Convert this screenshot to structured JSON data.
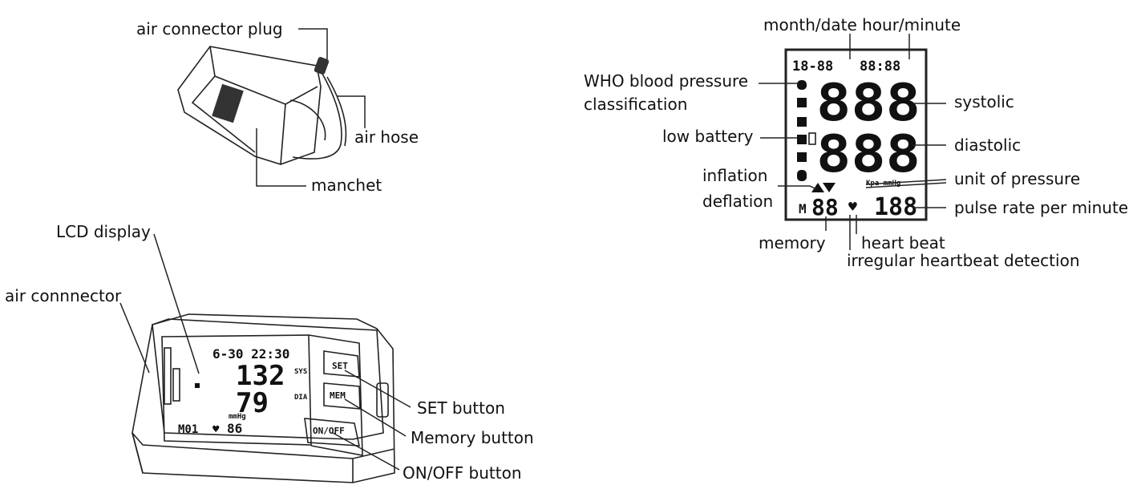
{
  "cuff": {
    "labels": {
      "air_connector_plug": "air connector plug",
      "air_hose": "air hose",
      "manchet": "manchet"
    }
  },
  "lcd_diagram": {
    "labels": {
      "month_date_hour_minute": "month/date hour/minute",
      "who_line1": "WHO blood pressure",
      "who_line2": "classification",
      "low_battery": "low battery",
      "inflation": "inflation",
      "deflation": "deflation",
      "memory": "memory",
      "heart_beat": "heart beat",
      "irregular_heartbeat": "irregular heartbeat detection",
      "systolic": "systolic",
      "diastolic": "diastolic",
      "unit_of_pressure": "unit of pressure",
      "pulse_rate": "pulse rate per minute"
    },
    "screen": {
      "date": "18-88",
      "time": "88:88",
      "sys_digits": "888",
      "dia_digits": "888",
      "units": "Kpa mmHg",
      "memory_prefix": "M",
      "memory_digits": "88",
      "pulse_digits": "188"
    }
  },
  "device": {
    "labels": {
      "lcd_display": "LCD display",
      "air_connector": "air connnector",
      "set_button": "SET button",
      "memory_button": "Memory button",
      "onoff_button": "ON/OFF button"
    },
    "screen": {
      "datetime": "6-30 22:30",
      "sys_value": "132",
      "dia_value": "79",
      "unit": "mmHg",
      "sys_tag": "SYS",
      "dia_tag": "DIA",
      "memory_text": "M01",
      "pulse_value": "86"
    },
    "buttons": {
      "set": "SET",
      "mem": "MEM",
      "onoff": "ON/OFF"
    }
  }
}
